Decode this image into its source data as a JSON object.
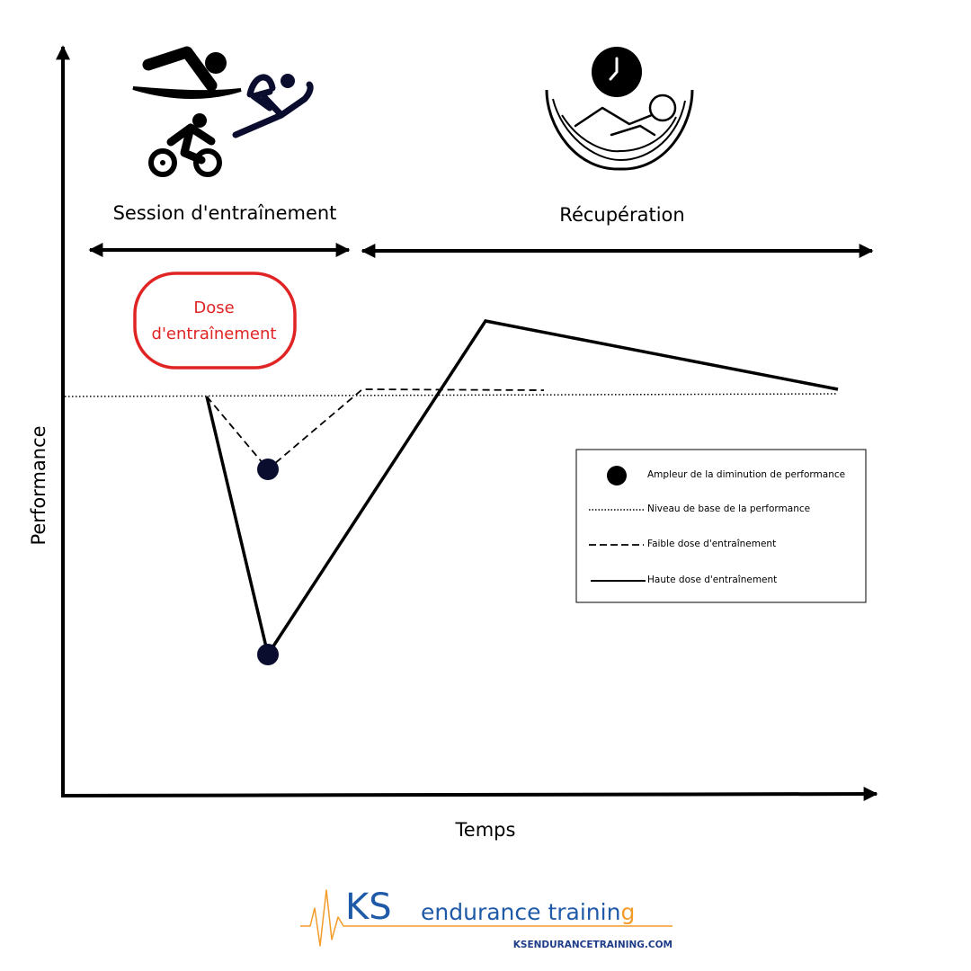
{
  "labels": {
    "training_session": "Session d'entraînement",
    "recovery": "Récupération",
    "dose_line1": "Dose",
    "dose_line2": "d'entraînement",
    "y_axis": "Performance",
    "x_axis": "Temps"
  },
  "legend": {
    "magnitude": "Ampleur de la diminution de performance",
    "baseline": "Niveau de base de la performance",
    "low_dose": "Faible dose d'entraînement",
    "high_dose": "Haute dose d'entraînement"
  },
  "brand": {
    "name_ks": "KS",
    "name_rest": "endurance trainin",
    "name_last": "g",
    "url": "KSENDURANCETRAINING.COM"
  },
  "icons": {
    "triathlon": "triathlon-icon",
    "hammock": "hammock-rest-icon",
    "clock": "clock-icon",
    "heartbeat": "heartbeat-icon"
  },
  "colors": {
    "ink": "#000000",
    "marker": "#0b0d2e",
    "dose_red": "#e02424",
    "brand_blue": "#1f5aa8",
    "brand_orange": "#f39c2a"
  }
}
